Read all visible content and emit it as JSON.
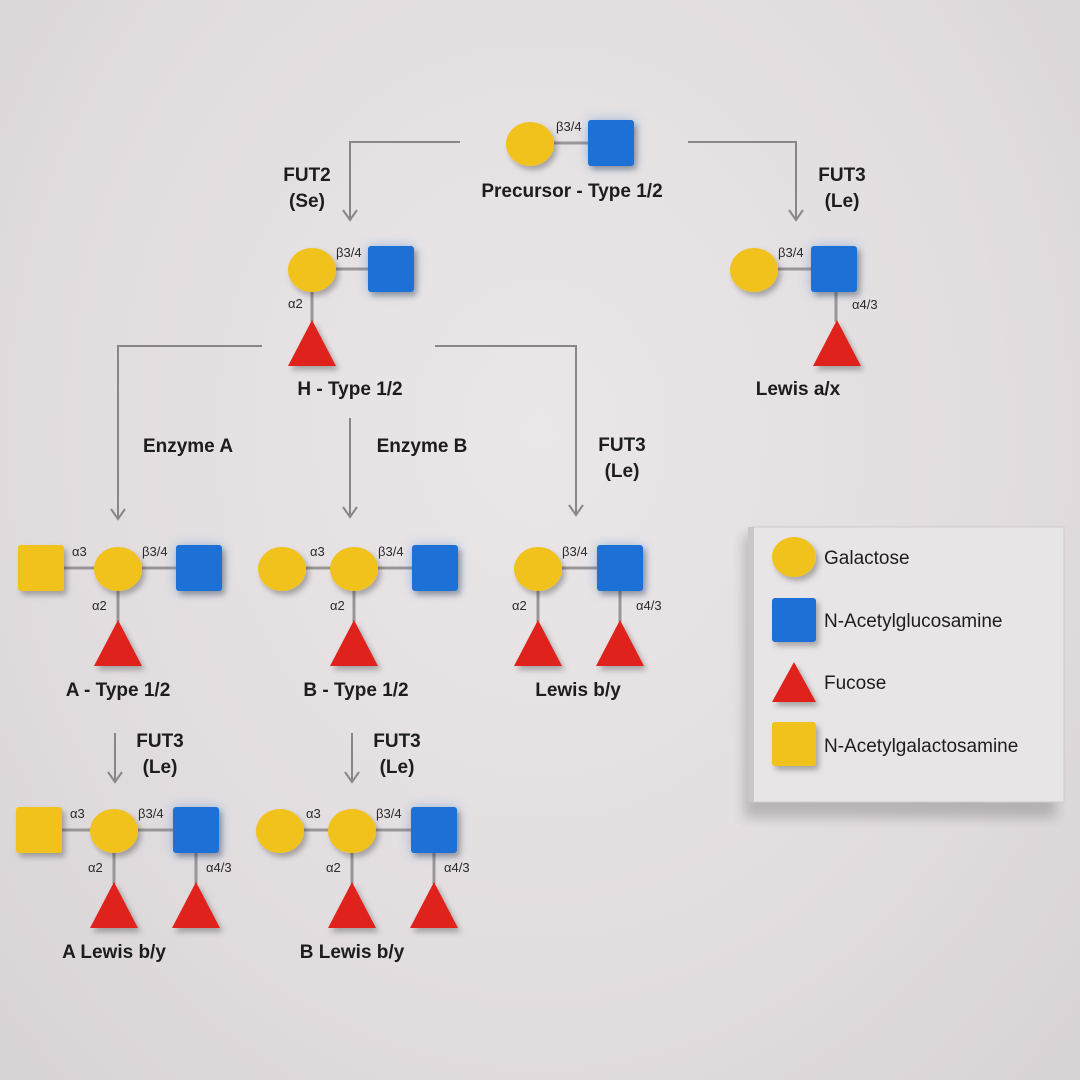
{
  "colors": {
    "galactose": "#f2c21a",
    "glcnac": "#1f6fd6",
    "fucose": "#e0231a",
    "galnac": "#f2c21a"
  },
  "legend": {
    "items": [
      {
        "shape": "circle",
        "color": "#f2c21a",
        "label": "Galactose"
      },
      {
        "shape": "square",
        "color": "#1f6fd6",
        "label": "N-Acetylglucosamine"
      },
      {
        "shape": "triangle",
        "color": "#e0231a",
        "label": "Fucose"
      },
      {
        "shape": "square",
        "color": "#f2c21a",
        "label": "N-Acetylgalactosamine"
      }
    ]
  },
  "enzymes": {
    "fut2_left": [
      "FUT2",
      "(Se)"
    ],
    "fut3_right": [
      "FUT3",
      "(Le)"
    ],
    "enzyme_a": "Enzyme A",
    "enzyme_b": "Enzyme B",
    "fut3_mid": [
      "FUT3",
      "(Le)"
    ],
    "fut3_a": [
      "FUT3",
      "(Le)"
    ],
    "fut3_b": [
      "FUT3",
      "(Le)"
    ]
  },
  "structures": {
    "precursor": {
      "label": "Precursor - Type 1/2",
      "links": [
        "β3/4"
      ]
    },
    "h_type": {
      "label": "H - Type 1/2",
      "links": [
        "β3/4",
        "α2"
      ]
    },
    "lewis_ax": {
      "label": "Lewis a/x",
      "links": [
        "β3/4",
        "α4/3"
      ]
    },
    "a_type": {
      "label": "A - Type 1/2",
      "links": [
        "α3",
        "β3/4",
        "α2"
      ]
    },
    "b_type": {
      "label": "B - Type 1/2",
      "links": [
        "α3",
        "β3/4",
        "α2"
      ]
    },
    "lewis_by": {
      "label": "Lewis b/y",
      "links": [
        "β3/4",
        "α2",
        "α4/3"
      ]
    },
    "a_lewis_by": {
      "label": "A Lewis b/y",
      "links": [
        "α3",
        "β3/4",
        "α2",
        "α4/3"
      ]
    },
    "b_lewis_by": {
      "label": "B Lewis b/y",
      "links": [
        "α3",
        "β3/4",
        "α2",
        "α4/3"
      ]
    }
  }
}
